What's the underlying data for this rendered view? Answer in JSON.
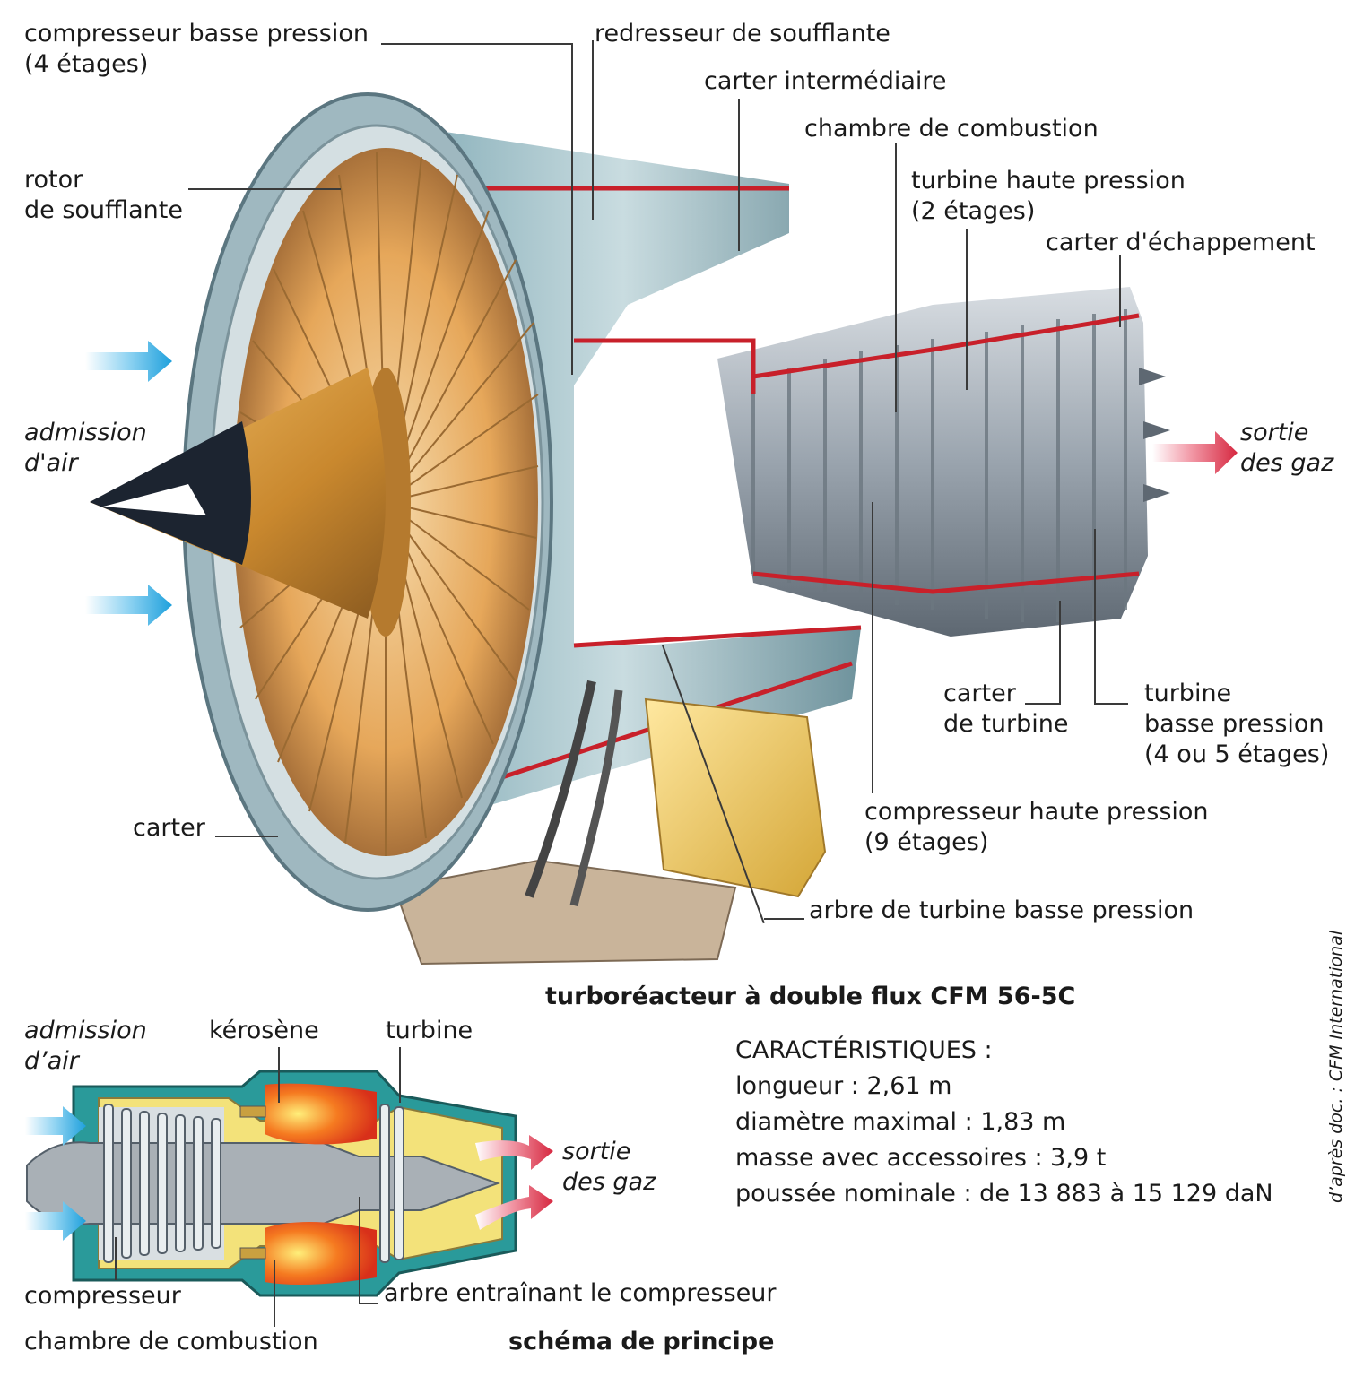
{
  "main_diagram": {
    "labels": {
      "lp_compressor": [
        "compresseur basse pression",
        "(4 étages)"
      ],
      "fan_stator": "redresseur de soufflante",
      "intermediate_case": "carter intermédiaire",
      "combustion_chamber": "chambre de combustion",
      "hp_turbine": [
        "turbine haute pression",
        "(2 étages)"
      ],
      "exhaust_case": "carter d'échappement",
      "fan_rotor": [
        "rotor",
        "de soufflante"
      ],
      "air_intake": [
        "admission",
        "d'air"
      ],
      "gas_exit": [
        "sortie",
        "des gaz"
      ],
      "turbine_case": [
        "carter",
        "de turbine"
      ],
      "lp_turbine": [
        "turbine",
        "basse pression",
        "(4 ou 5 étages)"
      ],
      "hp_compressor": [
        "compresseur haute pression",
        "(9 étages)"
      ],
      "casing": "carter",
      "lp_shaft": "arbre de turbine basse pression"
    },
    "title": "turboréacteur à double flux CFM 56-5C"
  },
  "specs": {
    "heading": "CARACTÉRISTIQUES :",
    "length": "longueur : 2,61 m",
    "diameter": "diamètre maximal : 1,83 m",
    "mass": "masse avec accessoires : 3,9 t",
    "thrust": "poussée nominale : de 13 883 à 15 129 daN"
  },
  "schematic": {
    "labels": {
      "air_intake": [
        "admission",
        "d’air"
      ],
      "kerosene": "kérosène",
      "turbine": "turbine",
      "gas_exit": [
        "sortie",
        "des gaz"
      ],
      "compressor": "compresseur",
      "shaft": "arbre entraînant le compresseur",
      "combustion_chamber": "chambre de combustion"
    },
    "title": "schéma de principe"
  },
  "credit": "d’après doc. : CFM International",
  "colors": {
    "inlet_arrow": "#2aa8e0",
    "exit_arrow": "#d8324a",
    "fan_blade": "#e8b060",
    "casing_red": "#c8202a",
    "schematic_blue": "#2a9a9a",
    "schematic_yellow": "#f3e27a",
    "flame": "#f05a1e"
  }
}
